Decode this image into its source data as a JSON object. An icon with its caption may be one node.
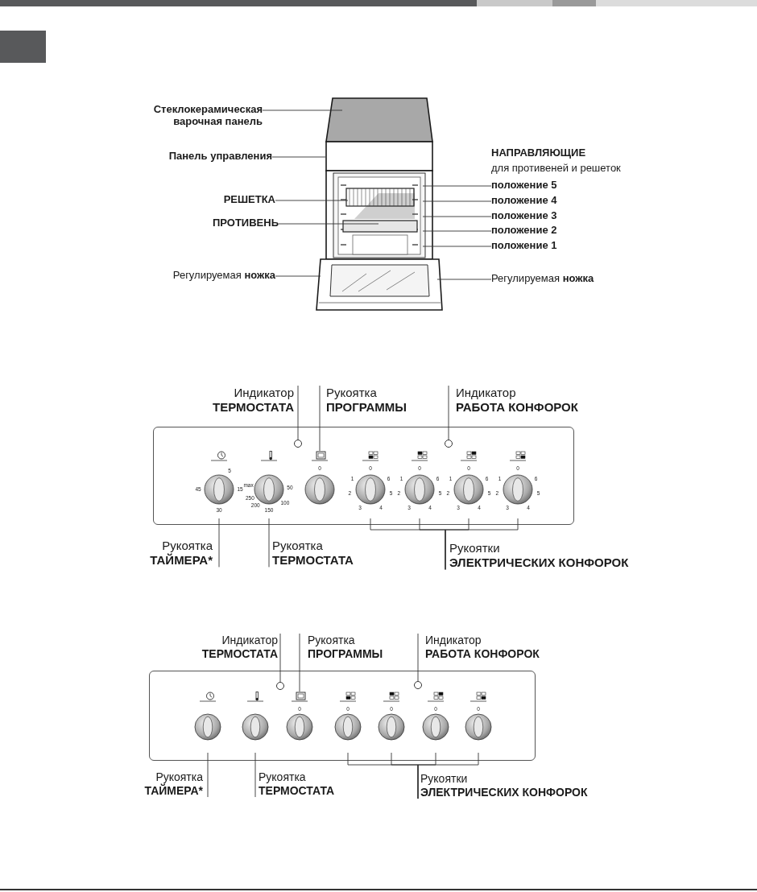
{
  "diagram": {
    "nodes": [
      {
        "text": [
          "Стеклокерамическая варочная панель"
        ]
      },
      {
        "text": [
          "Панель управления"
        ]
      },
      {
        "text": [
          "РЕШЕТКА"
        ]
      },
      {
        "text": [
          "ПРОТИВЕНЬ"
        ]
      },
      {
        "text": [
          "Регулируемая **ножка**"
        ]
      },
      {
        "text": [
          "положение 5"
        ]
      },
      {
        "text": [
          "положение 4"
        ]
      },
      {
        "text": [
          "положение 3"
        ]
      },
      {
        "text": [
          "положение 2"
        ]
      },
      {
        "text": [
          "положение 1"
        ]
      },
      {
        "text": [
          "Регулируемая **ножка**"
        ]
      },
      {
        "text": [],
        "shape": "box"
      },
      {
        "text": [],
        "shape": "circle",
        "in": 11
      },
      {
        "text": [],
        "shape": "circle",
        "in": 11
      },
      {
        "text": [],
        "shape": "circle",
        "in": 11,
        "beside": [
          "5",
          "15",
          "30",
          "45"
        ]
      },
      {
        "text": [],
        "shape": "circle",
        "in": 11,
        "beside": [
          "50",
          "100",
          "150",
          "200",
          "250",
          "max"
        ]
      },
      {
        "text": [],
        "shape": "circle",
        "in": 11,
        "beside": [
          "0"
        ]
      },
      {
        "text": [],
        "shape": "circle",
        "in": 11,
        "beside": [
          "0",
          "1",
          "2",
          "3",
          "4",
          "5",
          "6"
        ]
      },
      {
        "text": [],
        "shape": "circle",
        "in": 11,
        "beside": [
          "0",
          "1",
          "2",
          "3",
          "4",
          "5",
          "6"
        ]
      },
      {
        "text": [],
        "shape": "circle",
        "in": 11,
        "beside": [
          "0",
          "1",
          "2",
          "3",
          "4",
          "5",
          "6"
        ]
      },
      {
        "text": [],
        "shape": "circle",
        "in": 11,
        "beside": [
          "0",
          "1",
          "2",
          "3",
          "4",
          "5",
          "6"
        ]
      },
      {
        "text": [
          "Индикатор",
          "ТЕРМОСТАТА"
        ]
      },
      {
        "text": [
          "Рукоятка",
          "ПРОГРАММЫ"
        ]
      },
      {
        "text": [
          "Индикатор",
          "РАБОТА КОНФОРОК"
        ]
      },
      {
        "text": [
          "Рукоятка",
          "ТАЙМЕРА*"
        ]
      },
      {
        "text": [
          "Рукоятка",
          "ТЕРМОСТАТА"
        ]
      },
      {
        "text": [
          "Рукоятки",
          "ЭЛЕКТРИЧЕСКИХ КОНФОРОК"
        ]
      },
      {
        "text": [],
        "shape": "box"
      },
      {
        "text": [],
        "shape": "circle",
        "in": 27
      },
      {
        "text": [],
        "shape": "circle",
        "in": 27
      },
      {
        "text": [],
        "shape": "circle",
        "in": 27
      },
      {
        "text": [],
        "shape": "circle",
        "in": 27
      },
      {
        "text": [],
        "shape": "circle",
        "in": 27,
        "beside": [
          "0"
        ]
      },
      {
        "text": [],
        "shape": "circle",
        "in": 27,
        "beside": [
          "0"
        ]
      },
      {
        "text": [],
        "shape": "circle",
        "in": 27,
        "beside": [
          "0"
        ]
      },
      {
        "text": [],
        "shape": "circle",
        "in": 27,
        "beside": [
          "0"
        ]
      },
      {
        "text": [],
        "shape": "circle",
        "in": 27,
        "beside": [
          "0"
        ]
      },
      {
        "text": [
          "Индикатор",
          "ТЕРМОСТАТА"
        ]
      },
      {
        "text": [
          "Рукоятка",
          "ПРОГРАММЫ"
        ]
      },
      {
        "text": [
          "Индикатор",
          "РАБОТА КОНФОРОК"
        ]
      },
      {
        "text": [
          "Рукоятка",
          "ТАЙМЕРА*"
        ]
      },
      {
        "text": [
          "Рукоятка",
          "ТЕРМОСТАТА"
        ]
      },
      {
        "text": [
          "Рукоятки",
          "ЭЛЕКТРИЧЕСКИХ КОНФОРОК"
        ]
      }
    ],
    "edges": [
      {
        "from": 0,
        "to": null,
        "arrow": "none"
      },
      {
        "from": 1,
        "to": null,
        "arrow": "none"
      },
      {
        "from": 2,
        "to": null,
        "arrow": "none"
      },
      {
        "from": 3,
        "to": null,
        "arrow": "none"
      },
      {
        "from": 4,
        "to": null,
        "arrow": "none"
      },
      {
        "from": 5,
        "to": null,
        "arrow": "none"
      },
      {
        "from": 6,
        "to": null,
        "arrow": "none"
      },
      {
        "from": 7,
        "to": null,
        "arrow": "none"
      },
      {
        "from": 8,
        "to": null,
        "arrow": "none"
      },
      {
        "from": 9,
        "to": null,
        "arrow": "none"
      },
      {
        "from": 10,
        "to": null,
        "arrow": "none"
      },
      {
        "from": 21,
        "to": 12,
        "arrow": "none"
      },
      {
        "from": 22,
        "to": 16,
        "arrow": "none"
      },
      {
        "from": 23,
        "to": 13,
        "arrow": "none"
      },
      {
        "from": 24,
        "to": 14,
        "arrow": "none"
      },
      {
        "from": 25,
        "to": 15,
        "arrow": "none"
      },
      {
        "from": 26,
        "to": 17,
        "arrow": "none"
      },
      {
        "from": 26,
        "to": 18,
        "arrow": "none"
      },
      {
        "from": 26,
        "to": 19,
        "arrow": "none"
      },
      {
        "from": 26,
        "to": 20,
        "arrow": "none"
      },
      {
        "from": 37,
        "to": 28,
        "arrow": "none"
      },
      {
        "from": 38,
        "to": 32,
        "arrow": "none"
      },
      {
        "from": 39,
        "to": 29,
        "arrow": "none"
      },
      {
        "from": 40,
        "to": 30,
        "arrow": "none"
      },
      {
        "from": 41,
        "to": 31,
        "arrow": "none"
      },
      {
        "from": 42,
        "to": 33,
        "arrow": "none"
      },
      {
        "from": 42,
        "to": 34,
        "arrow": "none"
      },
      {
        "from": 42,
        "to": 35,
        "arrow": "none"
      },
      {
        "from": 42,
        "to": 36,
        "arrow": "none"
      }
    ],
    "labels": [
      "НАПРАВЛЯЮЩИЕ",
      "для противеней и решеток"
    ]
  }
}
